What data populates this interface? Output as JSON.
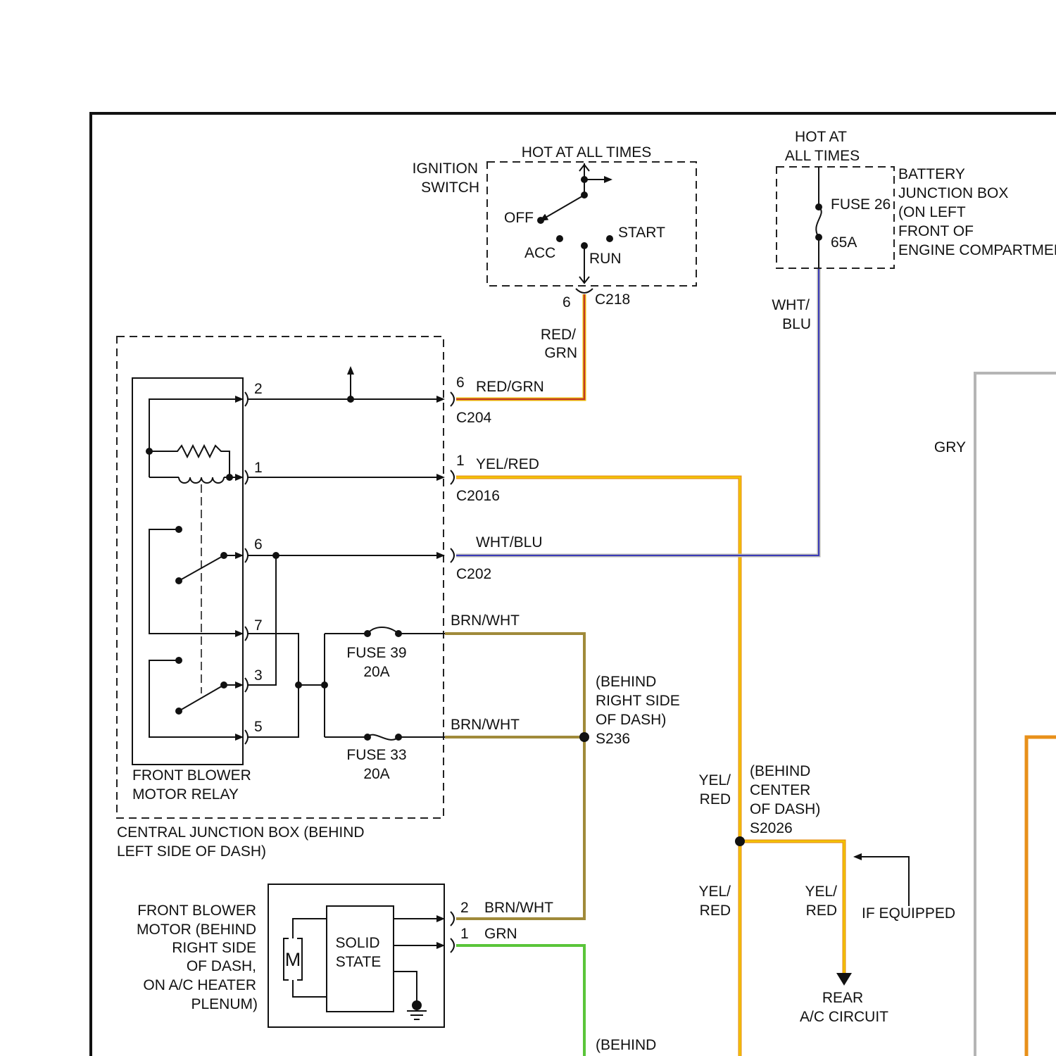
{
  "ignition_switch": {
    "name": [
      "IGNITION",
      "SWITCH"
    ],
    "hot": "HOT AT ALL TIMES",
    "positions": {
      "off": "OFF",
      "acc": "ACC",
      "run": "RUN",
      "start": "START"
    },
    "pin": "6",
    "connector": "C218"
  },
  "battery_junction_box": {
    "hot": [
      "HOT AT",
      "ALL TIMES"
    ],
    "fuse": "FUSE 26",
    "rating": "65A",
    "name": [
      "BATTERY",
      "JUNCTION BOX",
      "(ON LEFT",
      "FRONT OF",
      "ENGINE COMPARTMENT"
    ]
  },
  "central_junction_box": {
    "name": [
      "CENTRAL JUNCTION BOX (BEHIND",
      "LEFT SIDE OF DASH)"
    ],
    "relay": {
      "name": [
        "FRONT BLOWER",
        "MOTOR RELAY"
      ],
      "pins": [
        "2",
        "1",
        "6",
        "7",
        "3",
        "5"
      ]
    },
    "fuse39": {
      "name": "FUSE 39",
      "rating": "20A"
    },
    "fuse33": {
      "name": "FUSE 33",
      "rating": "20A"
    }
  },
  "connectors": [
    {
      "pin": "6",
      "wire": "RED/GRN",
      "connector": "C204"
    },
    {
      "pin": "1",
      "wire": "YEL/RED",
      "connector": "C2016"
    },
    {
      "pin": "",
      "wire": "WHT/BLU",
      "connector": "C202"
    }
  ],
  "wires": {
    "red_grn": [
      "RED/",
      "GRN"
    ],
    "wht_blu": [
      "WHT/",
      "BLU"
    ],
    "brn_wht_1": "BRN/WHT",
    "brn_wht_2": "BRN/WHT",
    "gry": "GRY",
    "yel_red_a": [
      "YEL/",
      "RED"
    ],
    "yel_red_b": [
      "YEL/",
      "RED"
    ],
    "yel_red_c": [
      "YEL/",
      "RED"
    ]
  },
  "splices": {
    "s236": {
      "loc": [
        "(BEHIND",
        "RIGHT SIDE",
        "OF DASH)"
      ],
      "name": "S236"
    },
    "s2026": {
      "loc": [
        "(BEHIND",
        "CENTER",
        "OF DASH)"
      ],
      "name": "S2026"
    },
    "bottom": "(BEHIND"
  },
  "rear_ac": {
    "if_equipped": "IF EQUIPPED",
    "name": [
      "REAR",
      "A/C CIRCUIT"
    ]
  },
  "blower_motor": {
    "name": [
      "FRONT BLOWER",
      "MOTOR (BEHIND",
      "RIGHT SIDE",
      "OF DASH,",
      "ON A/C HEATER",
      "PLENUM)"
    ],
    "module": [
      "SOLID",
      "STATE"
    ],
    "motor_symbol": "M",
    "pin2": "2",
    "pin2_wire": "BRN/WHT",
    "pin1": "1",
    "pin1_wire": "GRN"
  },
  "colors": {
    "red": "#c0392b",
    "yellow": "#f2c500",
    "orange": "#e8901a",
    "blue": "#3b3bb8",
    "brown": "#a08a3a",
    "green": "#5ac53a",
    "gray": "#b5b5b5"
  }
}
